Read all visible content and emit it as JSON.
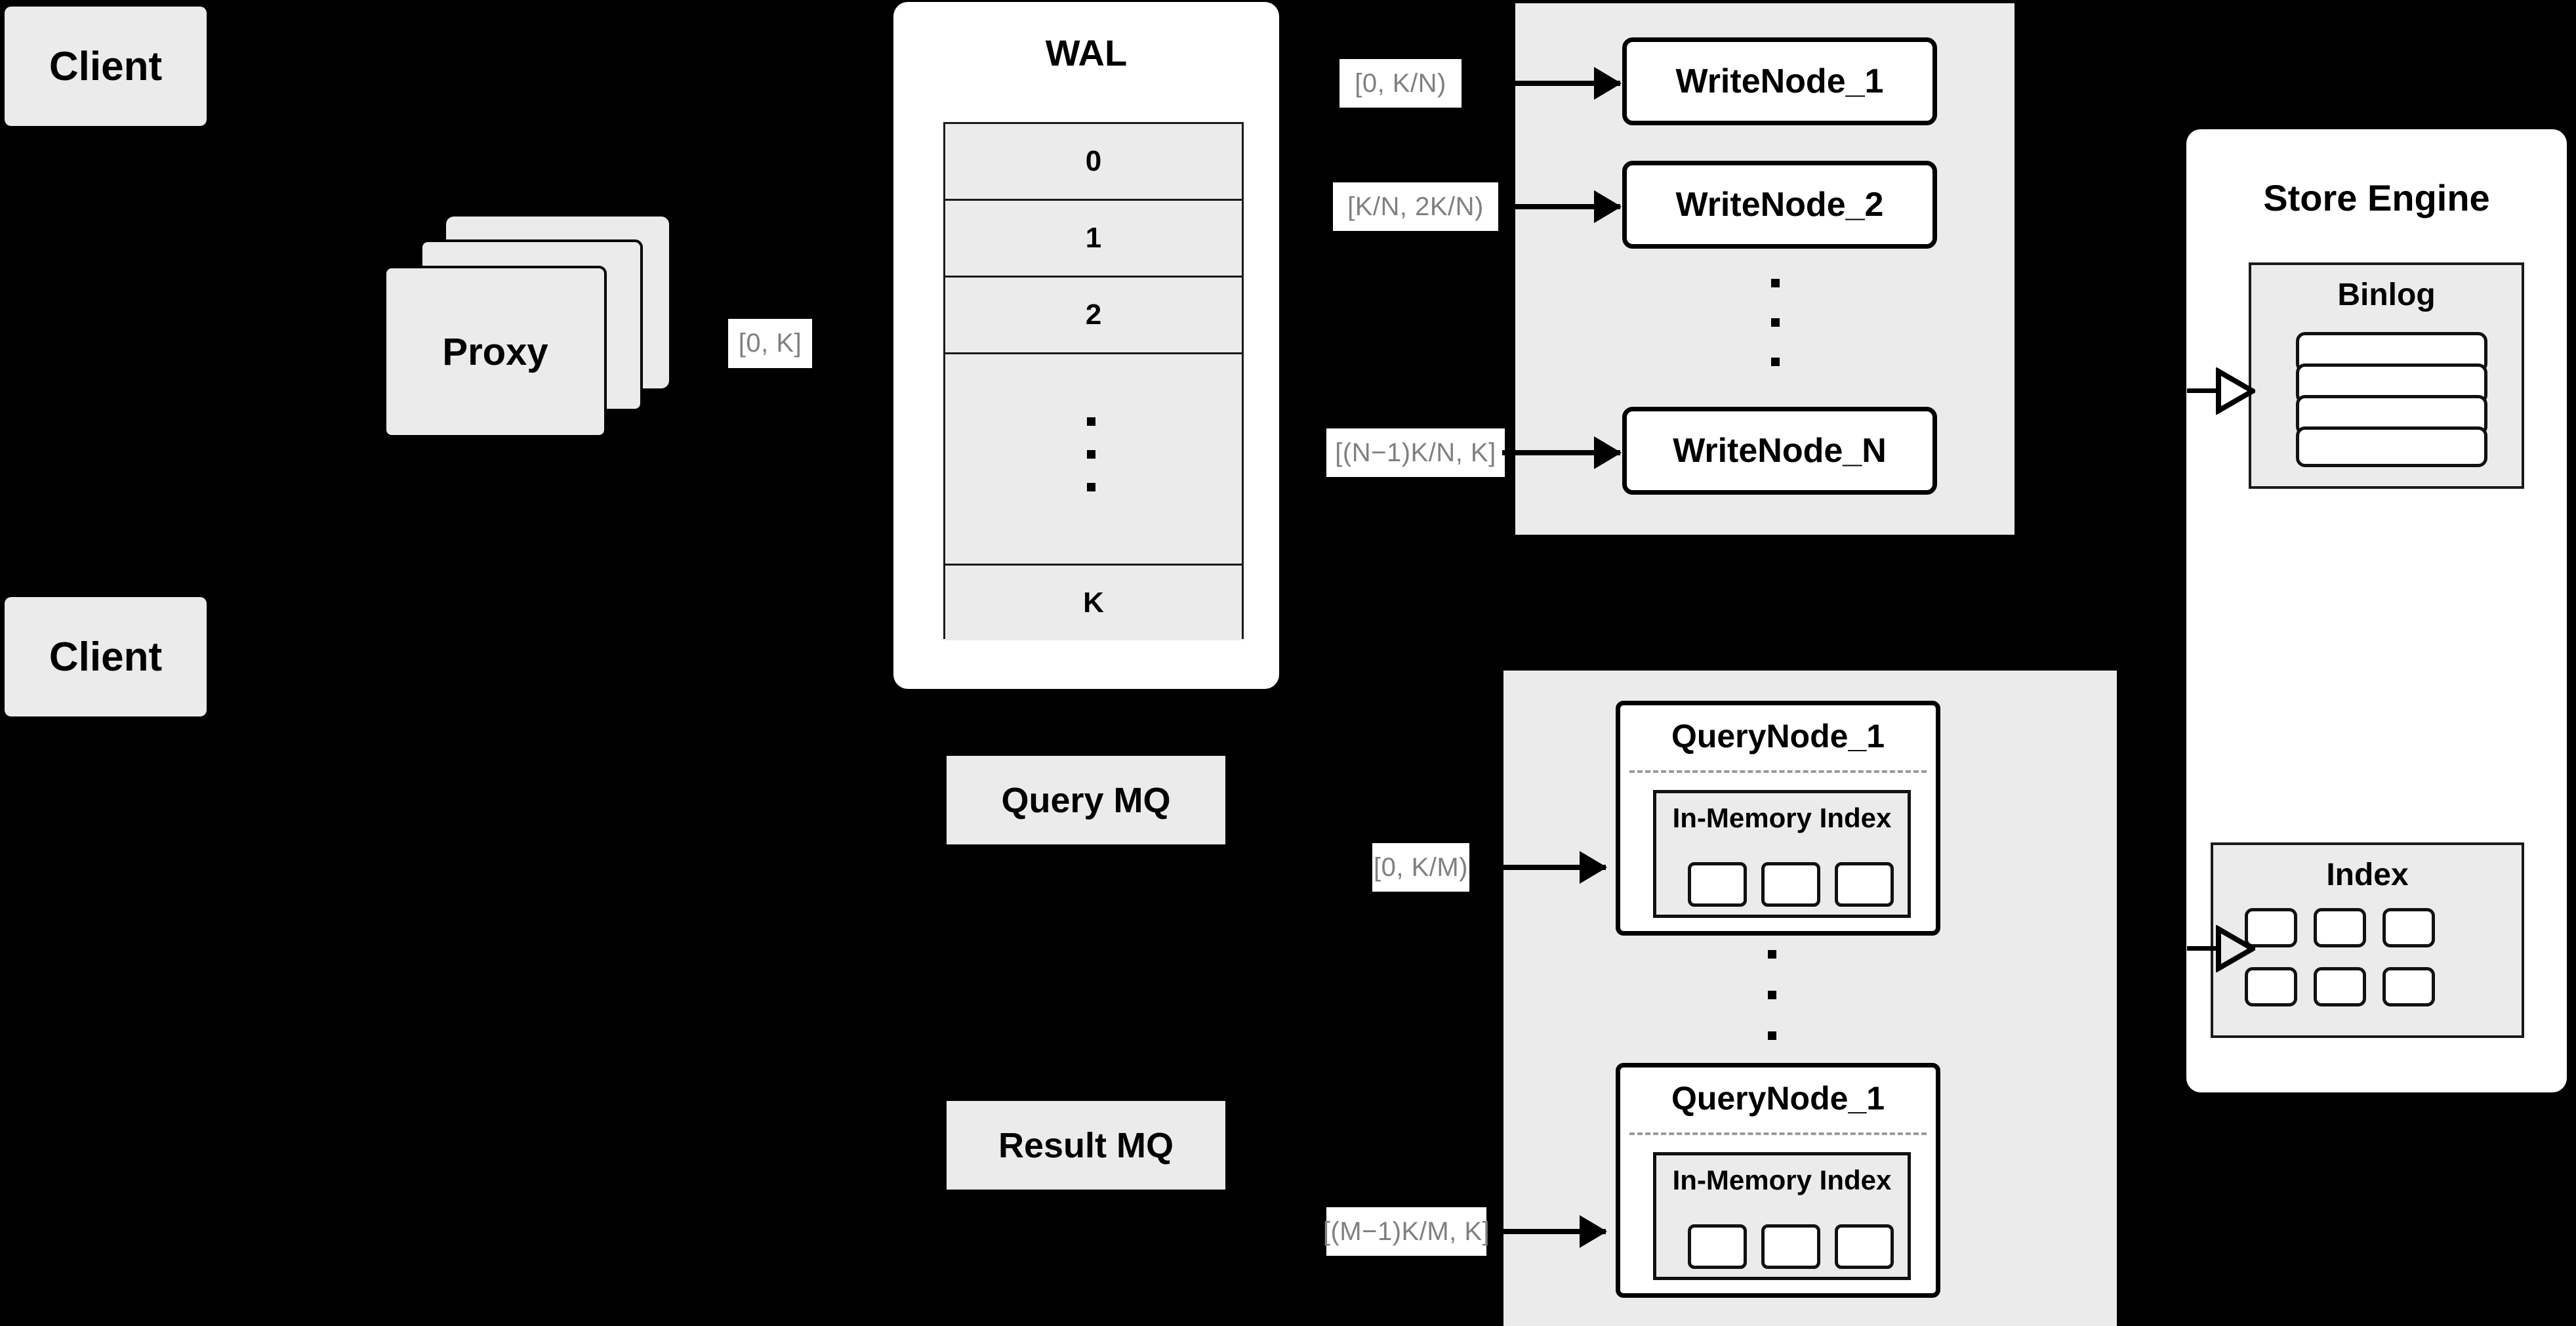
{
  "diagram": {
    "title": "Distributed write/query architecture",
    "background_color": "#000000",
    "fill_color": "#ebebeb",
    "panel_color": "#ffffff",
    "label_text_color": "#808080"
  },
  "clients": [
    {
      "label": "Client"
    },
    {
      "label": "Client"
    }
  ],
  "proxy": {
    "label": "Proxy",
    "stack_count": 3
  },
  "labels": {
    "proxy_to_wal": "[0, K]",
    "write_ranges": [
      "[0,  K/N)",
      "[K/N, 2K/N)",
      "[(N−1)K/N,  K]"
    ],
    "query_ranges": [
      "[0, K/M)",
      "[(M−1)K/M, K]"
    ]
  },
  "wal": {
    "title": "WAL",
    "rows": [
      "0",
      "1",
      "2",
      "",
      "K"
    ],
    "ellipsis_row_index": 3,
    "ellipsis_dots": 3
  },
  "write_cluster": {
    "nodes": [
      {
        "label": "WriteNode_1"
      },
      {
        "label": "WriteNode_2"
      },
      {
        "label": "WriteNode_N"
      }
    ],
    "ellipsis_dots": 3
  },
  "message_queues": [
    {
      "label": "Query MQ"
    },
    {
      "label": "Result MQ"
    }
  ],
  "query_cluster": {
    "nodes": [
      {
        "label": "QueryNode_1",
        "memory_index": {
          "title": "In-Memory Index",
          "cells": 3
        }
      },
      {
        "label": "QueryNode_1",
        "memory_index": {
          "title": "In-Memory Index",
          "cells": 3
        }
      }
    ],
    "ellipsis_dots": 3
  },
  "store_engine": {
    "title": "Store Engine",
    "binlog": {
      "title": "Binlog",
      "bars": 4
    },
    "index": {
      "title": "Index",
      "rows": 2,
      "cols": 3,
      "cells": 6
    }
  }
}
